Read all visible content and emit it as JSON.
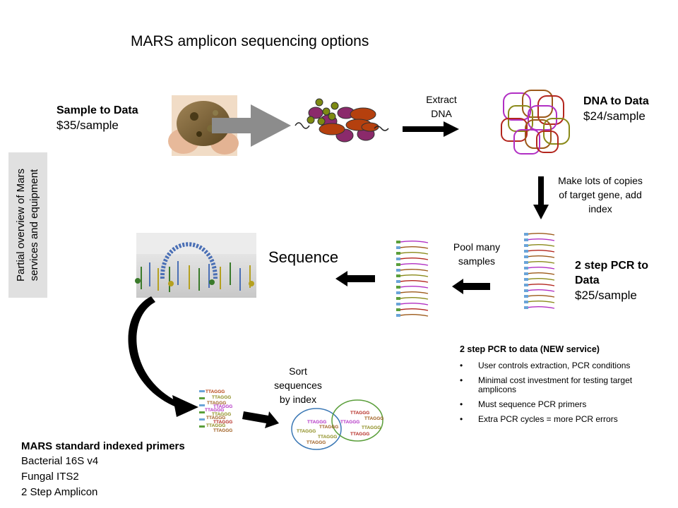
{
  "title": "MARS amplicon sequencing options",
  "side_panel": {
    "text": "Partial overview of Mars services and equipment"
  },
  "services": {
    "sample_to_data": {
      "name": "Sample to Data",
      "price": "$35/sample"
    },
    "dna_to_data": {
      "name": "DNA to Data",
      "price": "$24/sample"
    },
    "pcr_to_data": {
      "name": "2 step PCR to Data",
      "price": "$25/sample"
    }
  },
  "steps": {
    "extract": "Extract DNA",
    "copies": "Make lots of copies of target gene, add index",
    "pool": "Pool many samples",
    "sequence": "Sequence",
    "sort": "Sort sequences by index"
  },
  "notes": {
    "heading": "2 step PCR to data (NEW service)",
    "items": [
      "User controls extraction, PCR conditions",
      "Minimal cost investment for testing target amplicons",
      "Must sequence PCR primers",
      "Extra PCR cycles = more PCR errors"
    ]
  },
  "primers": {
    "title": "MARS standard indexed primers",
    "items": [
      "Bacterial 16S v4",
      "Fungal ITS2",
      "2 Step Amplicon"
    ]
  },
  "barcode": "TTAGGG",
  "colors": {
    "arrow": "#000000",
    "grey_arrow": "#8c8c8c",
    "cell_purple": "#8b2a6b",
    "cell_orange": "#b5400e",
    "cell_olive": "#7d8a12",
    "soil": "#6e5a2a",
    "circle_blue": "#3b78b5",
    "circle_green": "#5a9e3a",
    "seq_purple": "#b12fc4",
    "seq_olive": "#8a8a1a",
    "seq_brown": "#9c5a1a",
    "seq_red": "#b3261e",
    "seq_blue": "#6aa4d8"
  }
}
